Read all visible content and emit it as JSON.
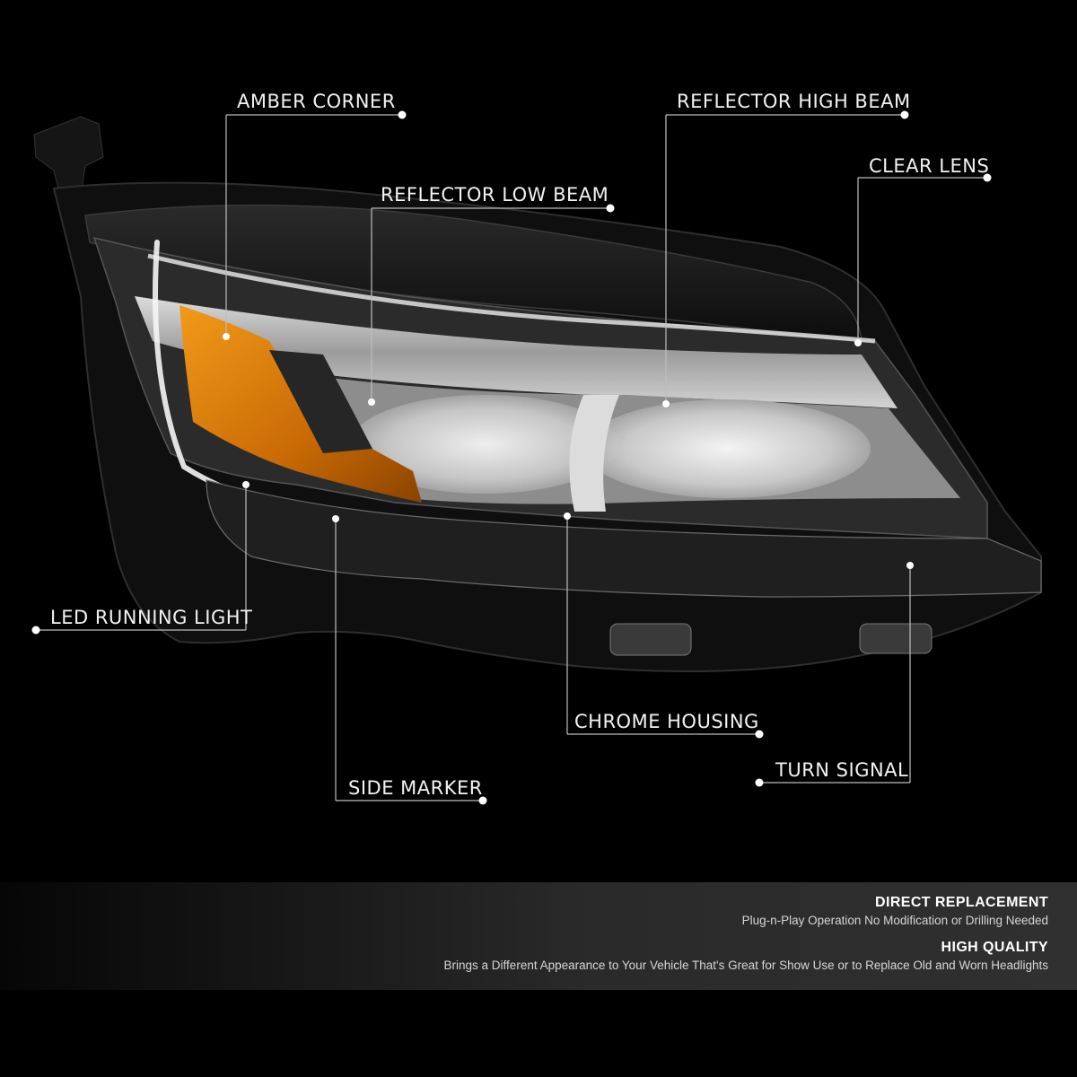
{
  "callouts": {
    "amber_corner": "AMBER CORNER",
    "reflector_high_beam": "REFLECTOR HIGH BEAM",
    "clear_lens": "CLEAR LENS",
    "reflector_low_beam": "REFLECTOR LOW BEAM",
    "led_running_light": "LED RUNNING LIGHT",
    "chrome_housing": "CHROME HOUSING",
    "turn_signal": "TURN SIGNAL",
    "side_marker": "SIDE MARKER"
  },
  "features": [
    {
      "title": "DIRECT REPLACEMENT",
      "text": "Plug-n-Play Operation No Modification or Drilling Needed"
    },
    {
      "title": "HIGH QUALITY",
      "text": "Brings a Different Appearance to Your Vehicle That's Great for Show Use or to Replace Old and Worn Headlights"
    }
  ],
  "colors": {
    "background": "#000000",
    "amber": "#d9780c",
    "chrome": "#c8c8c8",
    "line": "#bdbdbd"
  }
}
